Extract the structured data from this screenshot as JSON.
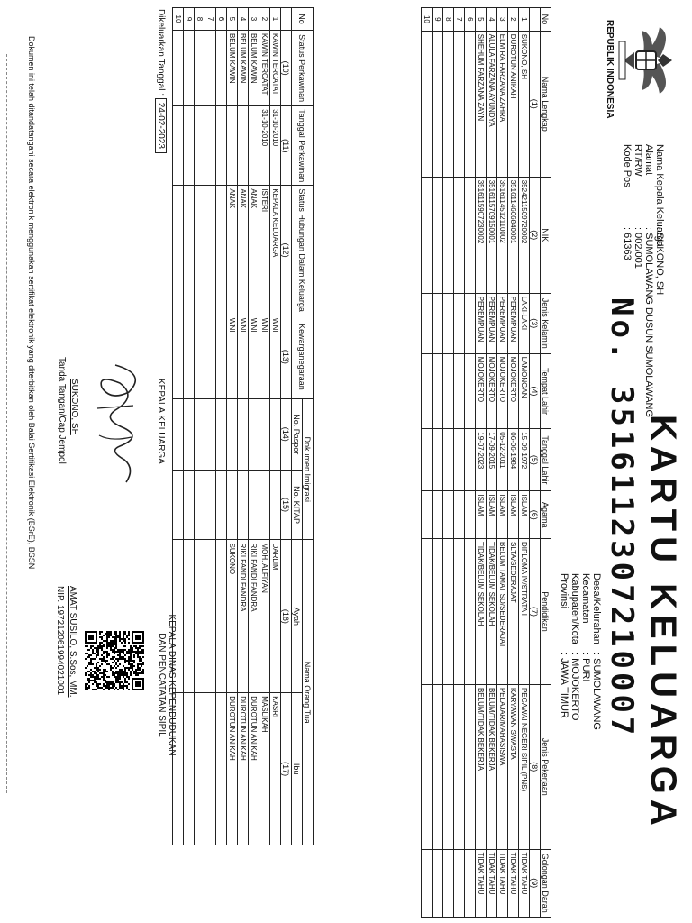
{
  "doc": {
    "country": "REPUBLIK INDONESIA",
    "title": "KARTU KELUARGA",
    "kk_number": "No. 3516112307210007"
  },
  "header": {
    "left": [
      {
        "label": "Nama Kepala Keluarga",
        "value": ": SUKONO, SH"
      },
      {
        "label": "Alamat",
        "value": ": SUMOLAWANG DUSUN SUMOLAWANG"
      },
      {
        "label": "RT/RW",
        "value": ": 002/001"
      },
      {
        "label": "Kode Pos",
        "value": ": 61363"
      }
    ],
    "right": [
      {
        "label": "Desa/Kelurahan",
        "value": ": SUMOLAWANG"
      },
      {
        "label": "Kecamatan",
        "value": ": PURI"
      },
      {
        "label": "Kabupaten/Kota",
        "value": ": MOJOKERTO"
      },
      {
        "label": "Provinsi",
        "value": ": JAWA TIMUR"
      }
    ]
  },
  "table1": {
    "headers": [
      "No",
      "Nama Lengkap",
      "NIK",
      "Jenis Kelamin",
      "Tempat Lahir",
      "Tanggal Lahir",
      "Agama",
      "Pendidikan",
      "Jenis Pekerjaan",
      "Golongan Darah"
    ],
    "col_numbers": [
      "",
      "(1)",
      "(2)",
      "(3)",
      "(4)",
      "(5)",
      "(6)",
      "(7)",
      "(8)",
      "(9)"
    ],
    "rows": [
      [
        "1",
        "SUKONO, SH",
        "3524211509720002",
        "LAKI-LAKI",
        "LAMONGAN",
        "15-09-1972",
        "ISLAM",
        "DIPLOMA IV/STRATA I",
        "PEGAWAI NEGERI SIPIL (PNS)",
        "TIDAK TAHU"
      ],
      [
        "2",
        "DUROTUN ANIKAH",
        "3516114606840001",
        "PEREMPUAN",
        "MOJOKERTO",
        "06-06-1984",
        "ISLAM",
        "SLTA/SEDERAJAT",
        "KARYAWAN SWASTA",
        "TIDAK TAHU"
      ],
      [
        "3",
        "ELMIRA FARZANA ZAHRA",
        "3516114512110002",
        "PEREMPUAN",
        "MOJOKERTO",
        "05-12-2011",
        "ISLAM",
        "BELUM TAMAT SD/SEDERAJAT",
        "PELAJAR/MAHASISWA",
        "TIDAK TAHU"
      ],
      [
        "4",
        "ALULA FARZANA AYUNDYA",
        "3516115709150001",
        "PEREMPUAN",
        "MOJOKERTO",
        "17-09-2015",
        "ISLAM",
        "TIDAK/BELUM SEKOLAH",
        "BELUM/TIDAK BEKERJA",
        "TIDAK TAHU"
      ],
      [
        "5",
        "SHEHUM FARZANA ZAYN",
        "3516115907230002",
        "PEREMPUAN",
        "MOJOKERTO",
        "19-07-2023",
        "ISLAM",
        "TIDAK/BELUM SEKOLAH",
        "BELUM/TIDAK BEKERJA",
        "TIDAK TAHU"
      ],
      [
        "6",
        "",
        "",
        "",
        "",
        "",
        "",
        "",
        "",
        ""
      ],
      [
        "7",
        "",
        "",
        "",
        "",
        "",
        "",
        "",
        "",
        ""
      ],
      [
        "8",
        "",
        "",
        "",
        "",
        "",
        "",
        "",
        "",
        ""
      ],
      [
        "9",
        "",
        "",
        "",
        "",
        "",
        "",
        "",
        "",
        ""
      ],
      [
        "10",
        "",
        "",
        "",
        "",
        "",
        "",
        "",
        "",
        ""
      ]
    ]
  },
  "table2": {
    "headers": {
      "no": "No",
      "status": "Status Perkawinan",
      "tanggal": "Tanggal Perkawinan",
      "hubungan": "Status Hubungan Dalam Keluarga",
      "kewarganegaraan": "Kewarganegaraan",
      "dok_imigrasi": "Dokumen Imigrasi",
      "paspor": "No. Paspor",
      "kitap": "No. KITAP",
      "orang_tua": "Nama Orang Tua",
      "ayah": "Ayah",
      "ibu": "Ibu"
    },
    "col_numbers": [
      "",
      "(10)",
      "(11)",
      "(12)",
      "(13)",
      "(14)",
      "(15)",
      "(16)",
      "(17)"
    ],
    "rows": [
      [
        "1",
        "KAWIN TERCATAT",
        "31-10-2010",
        "KEPALA KELUARGA",
        "WNI",
        "",
        "",
        "DARLIM",
        "KASRI"
      ],
      [
        "2",
        "KAWIN TERCATAT",
        "31-10-2010",
        "ISTERI",
        "WNI",
        "",
        "",
        "MOH. ALFIYAN",
        "MASLIKAH"
      ],
      [
        "3",
        "BELUM KAWIN",
        "",
        "ANAK",
        "WNI",
        "",
        "",
        "RIKI FANDI FANDRA",
        "DUROTUN ANIKAH"
      ],
      [
        "4",
        "BELUM KAWIN",
        "",
        "ANAK",
        "WNI",
        "",
        "",
        "RIKI FANDI FANDRA",
        "DUROTUN ANIKAH"
      ],
      [
        "5",
        "BELUM KAWIN",
        "",
        "ANAK",
        "WNI",
        "",
        "",
        "SUKONO",
        "DUROTUN ANIKAH"
      ],
      [
        "6",
        "",
        "",
        "",
        "",
        "",
        "",
        "",
        ""
      ],
      [
        "7",
        "",
        "",
        "",
        "",
        "",
        "",
        "",
        ""
      ],
      [
        "8",
        "",
        "",
        "",
        "",
        "",
        "",
        "",
        ""
      ],
      [
        "9",
        "",
        "",
        "",
        "",
        "",
        "",
        "",
        ""
      ],
      [
        "10",
        "",
        "",
        "",
        "",
        "",
        "",
        "",
        ""
      ]
    ]
  },
  "footer": {
    "issued_label": "Dikeluarkan Tanggal",
    "issued_date": "24-02-2023",
    "kepala_keluarga_label": "KEPALA KELUARGA",
    "kepala_name": "SUKONO, SH",
    "kepala_sign_label": "Tanda Tangan/Cap Jempol",
    "dinas_line1": "KEPALA DINAS KEPENDUDUKAN",
    "dinas_line2": "DAN PENCATATAN SIPIL",
    "official_name": "AMAT SUSILO, S.Sos, MM.",
    "official_nip": "NIP. 197212061994021001",
    "disclaimer": "Dokumen ini telah ditandatangani secara elektronik menggunakan sertifikat elektronik yang diterbitkan oleh Balai Sertifikasi Elektronik (BSrE), BSSN"
  }
}
